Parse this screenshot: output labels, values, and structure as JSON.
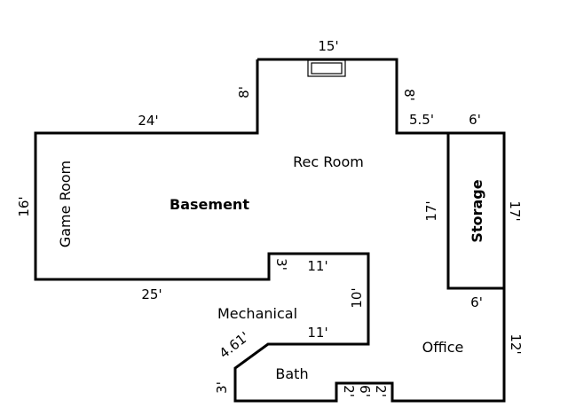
{
  "rooms": {
    "rec_room": "Rec Room",
    "game_room": "Game Room",
    "basement": "Basement",
    "storage": "Storage",
    "mechanical": "Mechanical",
    "bath": "Bath",
    "office": "Office"
  },
  "dimensions": {
    "top_width": "15'",
    "top_left_height": "8'",
    "top_right_height": "8'",
    "step_right": "5.5'",
    "storage_top": "6'",
    "game_room_top": "24'",
    "game_room_left": "16'",
    "game_room_bottom": "25'",
    "notch_height": "3'",
    "mechanical_top": "11'",
    "mechanical_right": "10'",
    "mechanical_bottom": "11'",
    "storage_left": "17'",
    "storage_right": "17'",
    "storage_bottom": "6'",
    "office_right": "12'",
    "diagonal": "4.61'",
    "bath_left": "3'",
    "step_bottom_left": "2'",
    "step_bottom_mid": "6'",
    "step_bottom_right": "2'"
  }
}
